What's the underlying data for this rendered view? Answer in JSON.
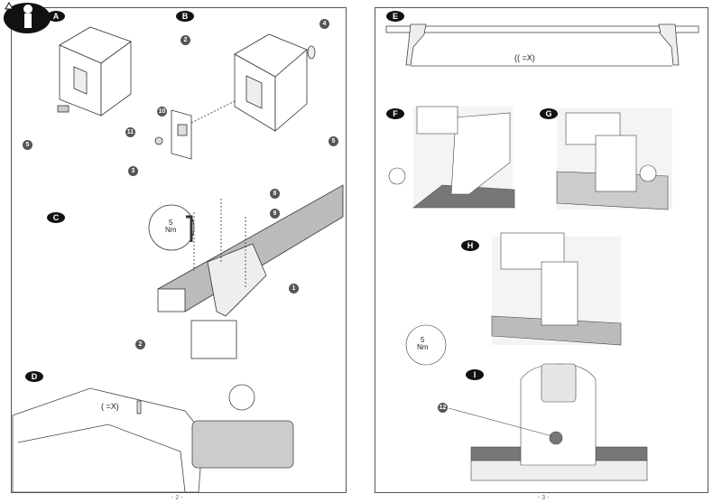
{
  "document": {
    "type": "roof rack installation instructions",
    "pages": [
      {
        "page_number_label": "- 2 -",
        "steps": [
          {
            "id": "A",
            "callouts": [
              "5"
            ]
          },
          {
            "id": "B",
            "callouts": [
              "2",
              "4",
              "10",
              "11",
              "3",
              "5"
            ]
          },
          {
            "id": "C",
            "callouts": [
              "8",
              "9",
              "1",
              "2"
            ],
            "torque": {
              "value": "5",
              "unit": "Nm"
            }
          },
          {
            "id": "D",
            "measure_label": "( =X)"
          }
        ]
      },
      {
        "page_number_label": "- 3 -",
        "steps": [
          {
            "id": "E",
            "measure_label": "(( =X)"
          },
          {
            "id": "F"
          },
          {
            "id": "G"
          },
          {
            "id": "H",
            "torque": {
              "value": "5",
              "unit": "Nm"
            }
          },
          {
            "id": "I",
            "callouts": [
              "12"
            ]
          }
        ]
      }
    ]
  },
  "colors": {
    "badge": "#111111",
    "callout": "#555555",
    "frame": "#555555",
    "accent_yellow": "#e8c400"
  }
}
